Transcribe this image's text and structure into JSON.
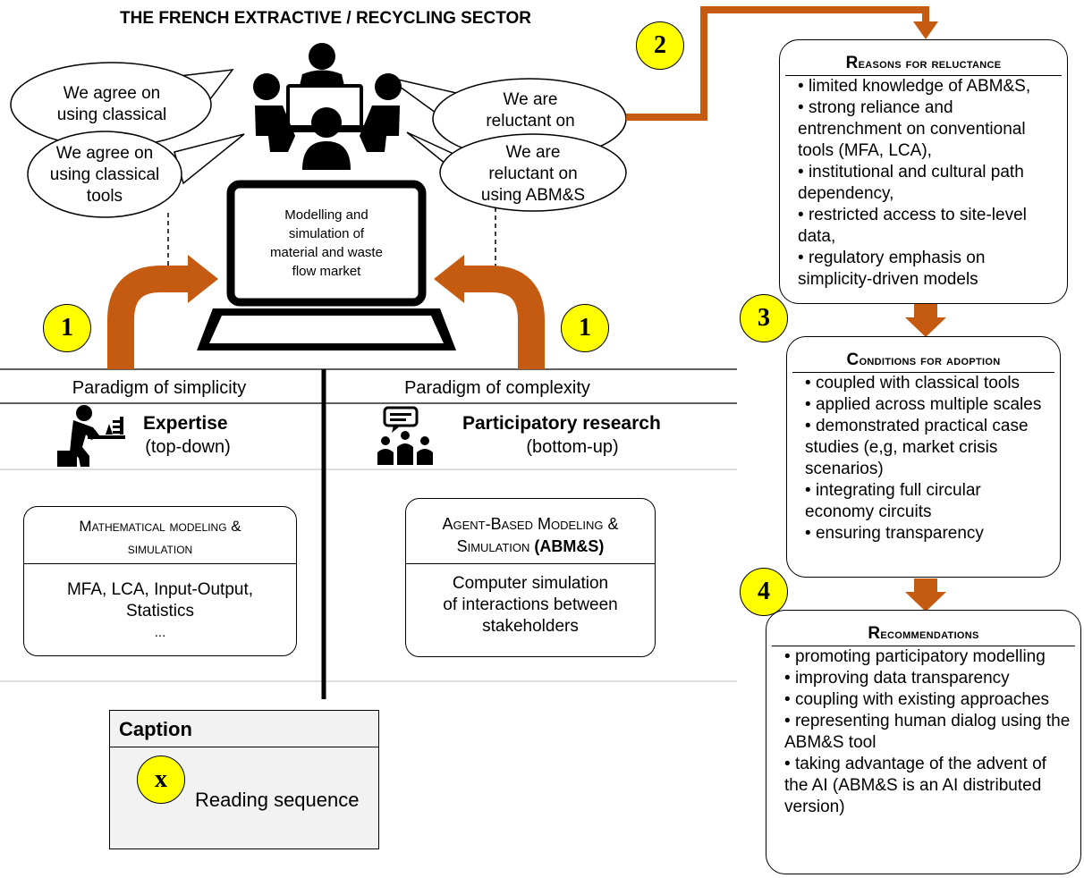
{
  "title": "THE FRENCH EXTRACTIVE / RECYCLING SECTOR",
  "bubbles": {
    "agree_back": [
      "We agree on",
      "using classical"
    ],
    "agree_front": [
      "We agree on",
      "using classical",
      "tools"
    ],
    "reluctant_back": [
      "We are",
      "reluctant on"
    ],
    "reluctant_front": [
      "We are",
      "reluctant on",
      "using ABM&S"
    ]
  },
  "laptop_text": [
    "Modelling  and",
    "simulation of",
    "material and waste",
    "flow market"
  ],
  "badges": {
    "one": "1",
    "two": "2",
    "three": "3",
    "four": "4",
    "caption": "x"
  },
  "paradigms": {
    "simplicity": {
      "label": "Paradigm of simplicity",
      "method": "Expertise",
      "direction": "(top-down)",
      "box_title": [
        "Mathematical modeling &",
        "simulation"
      ],
      "box_body": [
        "MFA, LCA, Input-Output,",
        "Statistics",
        "..."
      ]
    },
    "complexity": {
      "label": "Paradigm of complexity",
      "method": "Participatory research",
      "direction": "(bottom-up)",
      "box_title_line1": "Agent-Based Modeling &",
      "box_title_line2_plain": "Simulation ",
      "box_title_line2_bold": "(ABM&S)",
      "box_body": [
        "Computer simulation",
        "of interactions between",
        "stakeholders"
      ]
    }
  },
  "reasons": {
    "title": "Reasons for reluctance",
    "items": [
      "limited knowledge of ABM&S,",
      "strong reliance and entrenchment on conventional tools (MFA, LCA),",
      "institutional and cultural path dependency,",
      "restricted access to site-level data,",
      "regulatory emphasis on simplicity-driven models"
    ]
  },
  "conditions": {
    "title": "Conditions for adoption",
    "items": [
      "coupled with classical tools",
      "applied across multiple scales",
      "demonstrated practical case studies (e,g, market crisis scenarios)",
      "integrating full circular economy circuits",
      "ensuring transparency"
    ]
  },
  "recommendations": {
    "title": "Recommendations",
    "items": [
      "promoting participatory modelling",
      "improving data transparency",
      "coupling with existing approaches",
      "representing human dialog using the ABM&S tool",
      "taking advantage of the advent of the AI (ABM&S is an AI distributed version)"
    ]
  },
  "caption": {
    "title": "Caption",
    "label": "Reading sequence"
  },
  "colors": {
    "arrow": "#c55a11",
    "badge": "#ffff00",
    "caption_bg": "#f2f2f2"
  }
}
